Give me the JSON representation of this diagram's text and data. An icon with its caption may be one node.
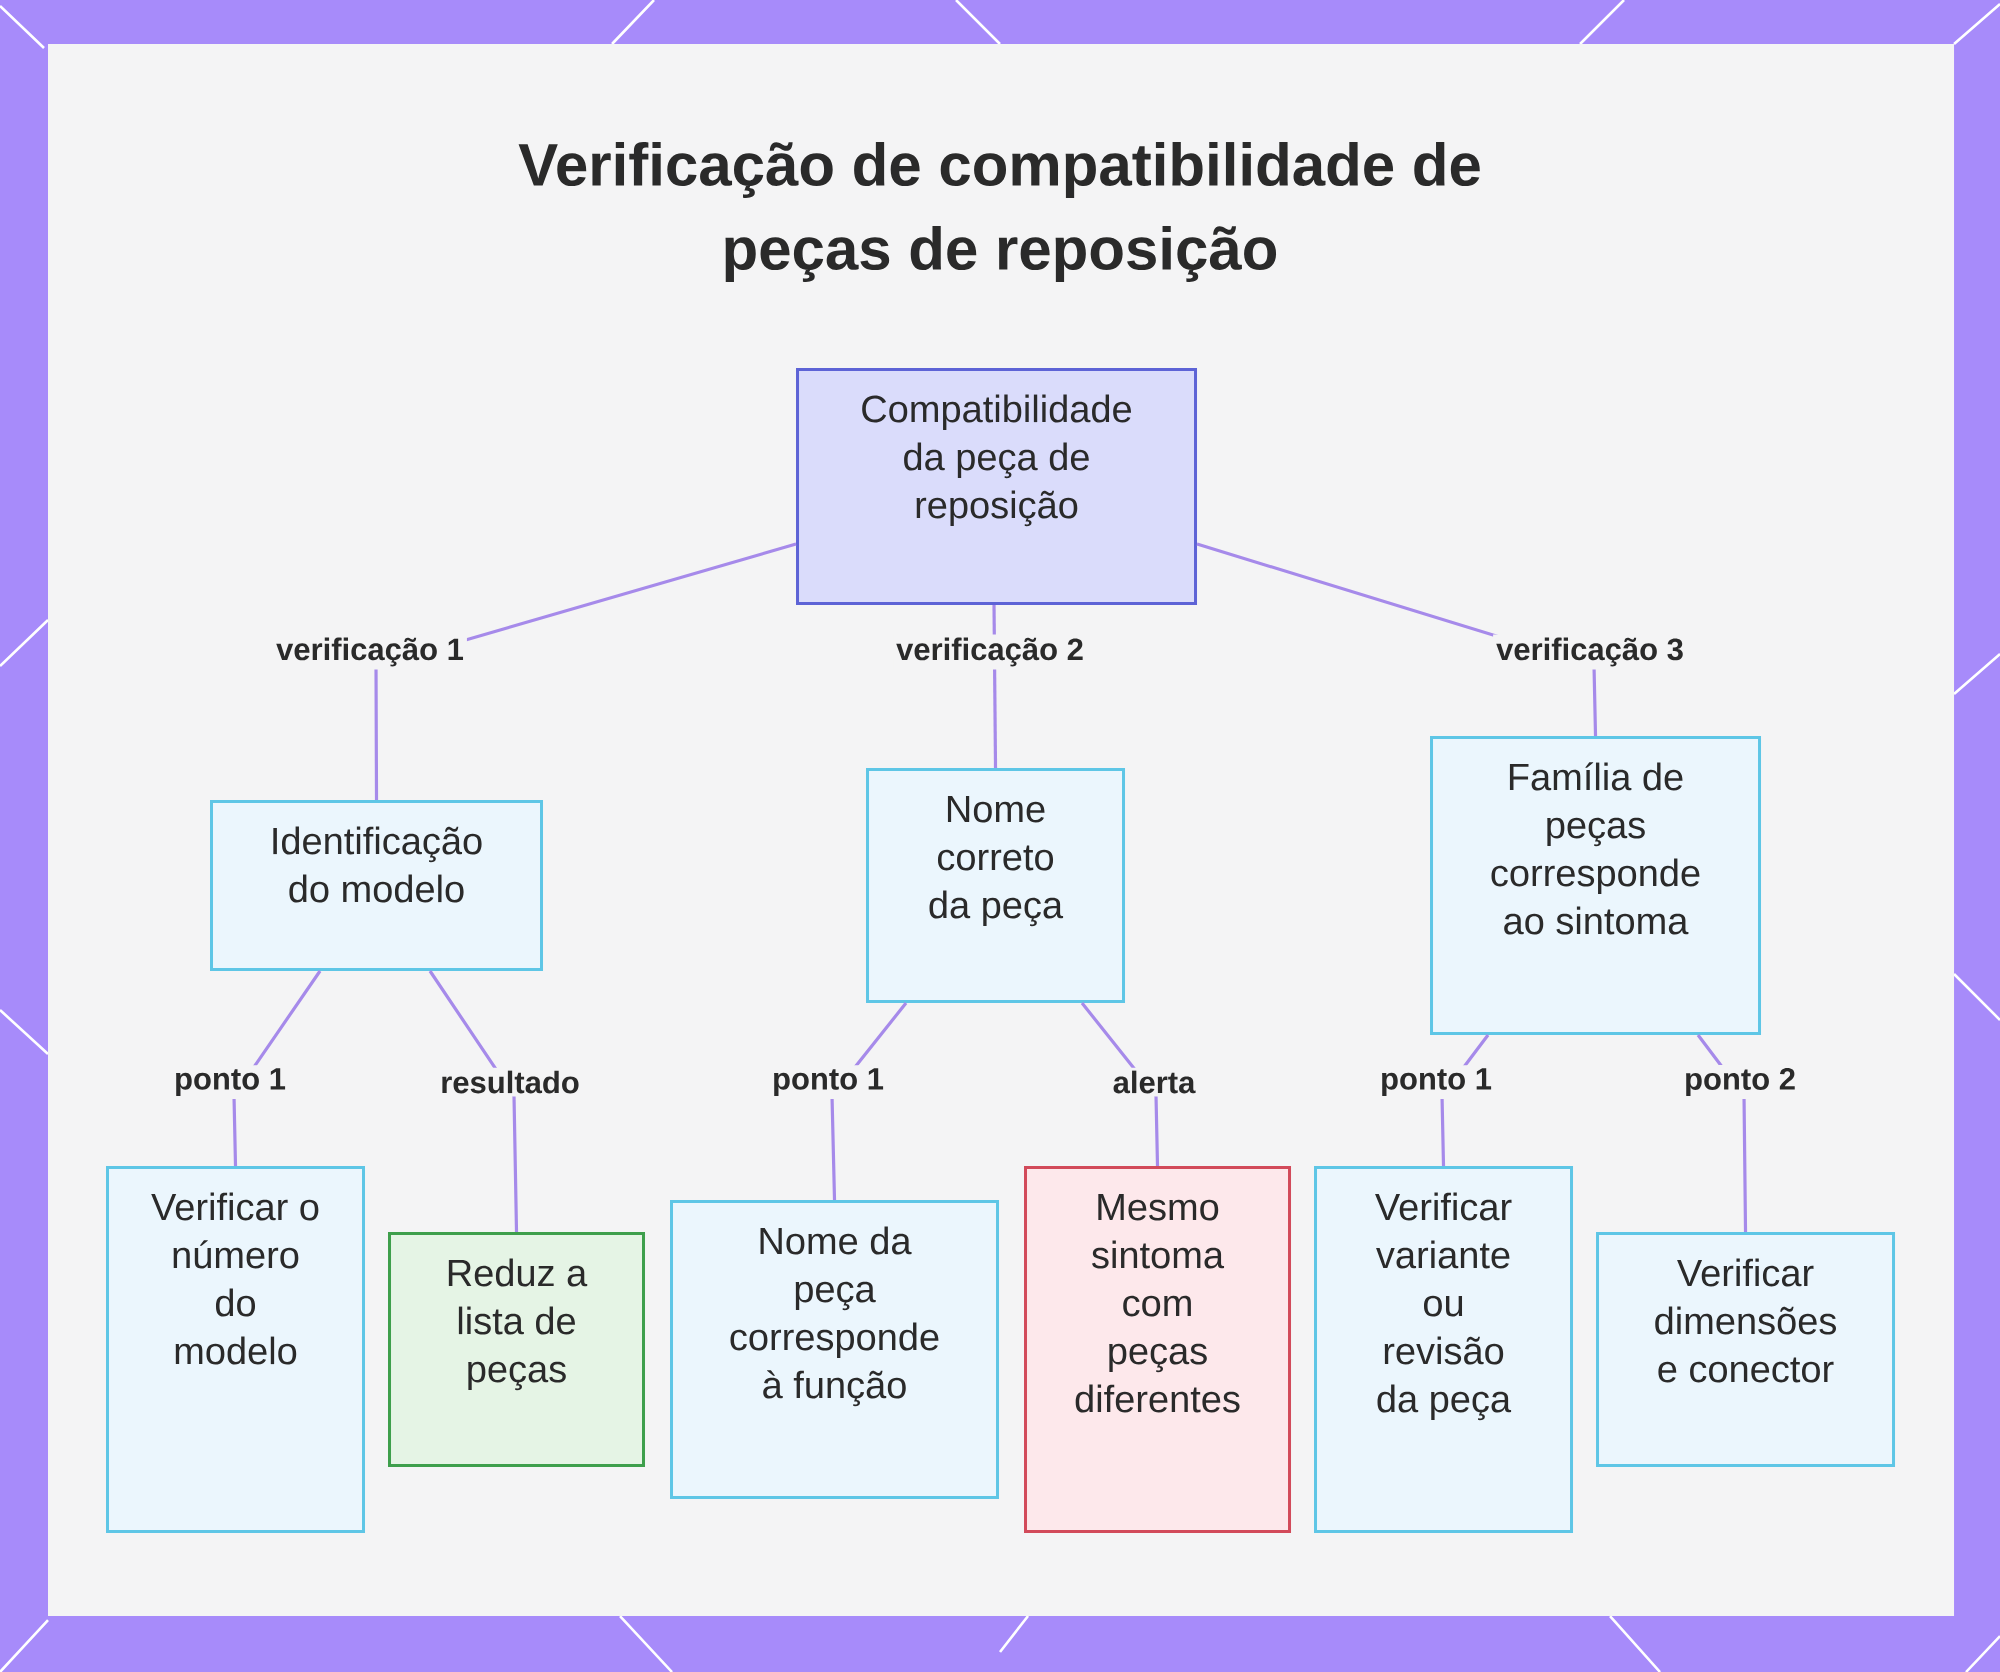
{
  "diagram": {
    "title": "Verificação de compatibilidade de peças de reposição",
    "nodes": [
      {
        "text": [
          "Compatibilidade da peça de reposição"
        ]
      },
      {
        "text": [
          "Identificação do modelo"
        ]
      },
      {
        "text": [
          "Nome correto da peça"
        ]
      },
      {
        "text": [
          "Família de peças corresponde ao sintoma"
        ]
      },
      {
        "text": [
          "Verificar o número do modelo"
        ]
      },
      {
        "text": [
          "Reduz a lista de peças"
        ]
      },
      {
        "text": [
          "Nome da peça corresponde à função"
        ]
      },
      {
        "text": [
          "Mesmo sintoma com peças diferentes"
        ]
      },
      {
        "text": [
          "Verificar variante ou revisão da peça"
        ]
      },
      {
        "text": [
          "Verificar dimensões e conector"
        ]
      }
    ],
    "edges": [
      {
        "from": 0,
        "to": 1,
        "arrow": "none",
        "label": "verificação 1"
      },
      {
        "from": 0,
        "to": 2,
        "arrow": "none",
        "label": "verificação 2"
      },
      {
        "from": 0,
        "to": 3,
        "arrow": "none",
        "label": "verificação 3"
      },
      {
        "from": 1,
        "to": 4,
        "arrow": "none",
        "label": "ponto 1"
      },
      {
        "from": 1,
        "to": 5,
        "arrow": "none",
        "label": "resultado"
      },
      {
        "from": 2,
        "to": 6,
        "arrow": "none",
        "label": "ponto 1"
      },
      {
        "from": 2,
        "to": 7,
        "arrow": "none",
        "label": "alerta"
      },
      {
        "from": 3,
        "to": 8,
        "arrow": "none",
        "label": "ponto 1"
      },
      {
        "from": 3,
        "to": 9,
        "arrow": "none",
        "label": "ponto 2"
      }
    ]
  }
}
